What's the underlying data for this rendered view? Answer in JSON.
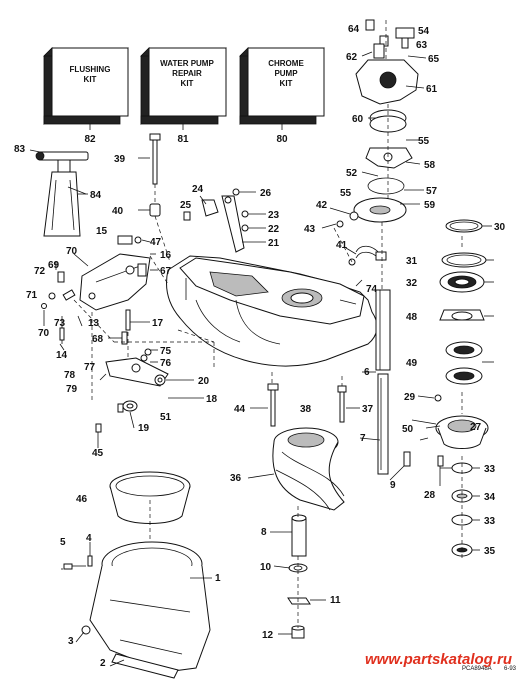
{
  "kits": [
    {
      "line1": "FLUSHING",
      "line2": "KIT",
      "line3": "",
      "number": "82"
    },
    {
      "line1": "WATER PUMP",
      "line2": "REPAIR",
      "line3": "KIT",
      "number": "81"
    },
    {
      "line1": "CHROME",
      "line2": "PUMP",
      "line3": "KIT",
      "number": "80"
    }
  ],
  "callouts": {
    "c1": "1",
    "c2": "2",
    "c3": "3",
    "c4": "4",
    "c5": "5",
    "c6": "6",
    "c7": "7",
    "c8": "8",
    "c9": "9",
    "c10": "10",
    "c11": "11",
    "c12": "12",
    "c13": "13",
    "c14": "14",
    "c15": "15",
    "c16": "16",
    "c17": "17",
    "c18": "18",
    "c19": "19",
    "c20": "20",
    "c21": "21",
    "c22": "22",
    "c23": "23",
    "c24": "24",
    "c25": "25",
    "c26": "26",
    "c27": "27",
    "c28": "28",
    "c29": "29",
    "c30": "30",
    "c31": "31",
    "c32": "32",
    "c33a": "33",
    "c33b": "33",
    "c34": "34",
    "c35": "35",
    "c36": "36",
    "c37": "37",
    "c38": "38",
    "c39": "39",
    "c40": "40",
    "c41": "41",
    "c42": "42",
    "c43": "43",
    "c44": "44",
    "c45": "45",
    "c46": "46",
    "c47": "47",
    "c48": "48",
    "c49": "49",
    "c50": "50",
    "c51": "51",
    "c52": "52",
    "c54": "54",
    "c55a": "55",
    "c55b": "55",
    "c57": "57",
    "c58": "58",
    "c59": "59",
    "c60": "60",
    "c61": "61",
    "c62": "62",
    "c63": "63",
    "c64": "64",
    "c65": "65",
    "c67": "67",
    "c68": "68",
    "c69": "69",
    "c70a": "70",
    "c70b": "70",
    "c71": "71",
    "c72": "72",
    "c73": "73",
    "c74": "74",
    "c75": "75",
    "c76": "76",
    "c77": "77",
    "c78": "78",
    "c79": "79",
    "c83": "83",
    "c84": "84"
  },
  "footer": {
    "code": "PCA8948A",
    "date": "6-93"
  },
  "watermark": "www.partskatalog.ru"
}
